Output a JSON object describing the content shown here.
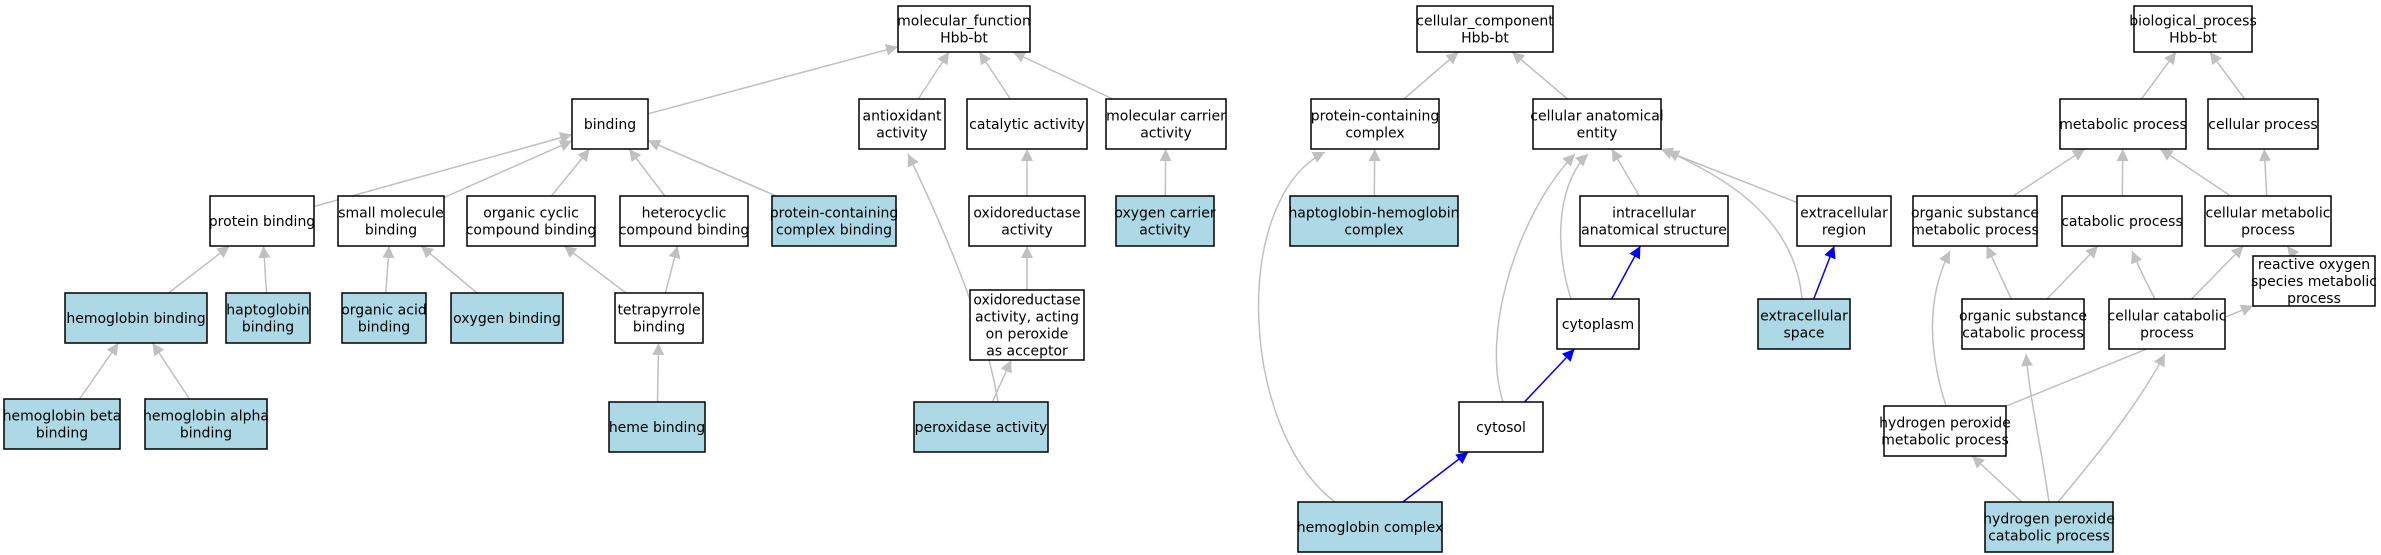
{
  "colors": {
    "highlight_fill": "#add8e6",
    "plain_fill": "#ffffff",
    "edge_gray": "#c0c0c0",
    "edge_blue": "#0000ff"
  },
  "nodes": [
    {
      "id": "mf",
      "lines": [
        "molecular_function",
        "Hbb-bt"
      ],
      "highlight": false
    },
    {
      "id": "binding",
      "lines": [
        "binding"
      ],
      "highlight": false
    },
    {
      "id": "antiox",
      "lines": [
        "antioxidant",
        "activity"
      ],
      "highlight": false
    },
    {
      "id": "catalytic",
      "lines": [
        "catalytic activity"
      ],
      "highlight": false
    },
    {
      "id": "molcarrier",
      "lines": [
        "molecular carrier",
        "activity"
      ],
      "highlight": false
    },
    {
      "id": "protbind",
      "lines": [
        "protein binding"
      ],
      "highlight": false
    },
    {
      "id": "smallmol",
      "lines": [
        "small molecule",
        "binding"
      ],
      "highlight": false
    },
    {
      "id": "orgcyclic",
      "lines": [
        "organic cyclic",
        "compound binding"
      ],
      "highlight": false
    },
    {
      "id": "heterocyclic",
      "lines": [
        "heterocyclic",
        "compound binding"
      ],
      "highlight": false
    },
    {
      "id": "pcbinding",
      "lines": [
        "protein-containing",
        "complex binding"
      ],
      "highlight": true
    },
    {
      "id": "oxred",
      "lines": [
        "oxidoreductase",
        "activity"
      ],
      "highlight": false
    },
    {
      "id": "o2carrier",
      "lines": [
        "oxygen carrier",
        "activity"
      ],
      "highlight": true
    },
    {
      "id": "hbbinding",
      "lines": [
        "hemoglobin binding"
      ],
      "highlight": true
    },
    {
      "id": "hapbinding",
      "lines": [
        "haptoglobin",
        "binding"
      ],
      "highlight": true
    },
    {
      "id": "orgacid",
      "lines": [
        "organic acid",
        "binding"
      ],
      "highlight": true
    },
    {
      "id": "o2binding",
      "lines": [
        "oxygen binding"
      ],
      "highlight": true
    },
    {
      "id": "tetrapyrrole",
      "lines": [
        "tetrapyrrole",
        "binding"
      ],
      "highlight": false
    },
    {
      "id": "oxredperox",
      "lines": [
        "oxidoreductase",
        "activity, acting",
        "on peroxide",
        "as acceptor"
      ],
      "highlight": false
    },
    {
      "id": "hbbeta",
      "lines": [
        "hemoglobin beta",
        "binding"
      ],
      "highlight": true
    },
    {
      "id": "hbalpha",
      "lines": [
        "hemoglobin alpha",
        "binding"
      ],
      "highlight": true
    },
    {
      "id": "heme",
      "lines": [
        "heme binding"
      ],
      "highlight": true
    },
    {
      "id": "peroxidase",
      "lines": [
        "peroxidase activity"
      ],
      "highlight": true
    },
    {
      "id": "cc",
      "lines": [
        "cellular_component",
        "Hbb-bt"
      ],
      "highlight": false
    },
    {
      "id": "pcc",
      "lines": [
        "protein-containing",
        "complex"
      ],
      "highlight": false
    },
    {
      "id": "cae",
      "lines": [
        "cellular anatomical",
        "entity"
      ],
      "highlight": false
    },
    {
      "id": "haphb",
      "lines": [
        "haptoglobin-hemoglobin",
        "complex"
      ],
      "highlight": true
    },
    {
      "id": "intracell",
      "lines": [
        "intracellular",
        "anatomical structure"
      ],
      "highlight": false
    },
    {
      "id": "extraregion",
      "lines": [
        "extracellular",
        "region"
      ],
      "highlight": false
    },
    {
      "id": "cytoplasm",
      "lines": [
        "cytoplasm"
      ],
      "highlight": false
    },
    {
      "id": "extraspace",
      "lines": [
        "extracellular",
        "space"
      ],
      "highlight": true
    },
    {
      "id": "cytosol",
      "lines": [
        "cytosol"
      ],
      "highlight": false
    },
    {
      "id": "hbcomplex",
      "lines": [
        "hemoglobin complex"
      ],
      "highlight": true
    },
    {
      "id": "bp",
      "lines": [
        "biological_process",
        "Hbb-bt"
      ],
      "highlight": false
    },
    {
      "id": "metabolic",
      "lines": [
        "metabolic process"
      ],
      "highlight": false
    },
    {
      "id": "cellular",
      "lines": [
        "cellular process"
      ],
      "highlight": false
    },
    {
      "id": "orgsubmet",
      "lines": [
        "organic substance",
        "metabolic process"
      ],
      "highlight": false
    },
    {
      "id": "catabolic",
      "lines": [
        "catabolic process"
      ],
      "highlight": false
    },
    {
      "id": "cellmet",
      "lines": [
        "cellular metabolic",
        "process"
      ],
      "highlight": false
    },
    {
      "id": "orgsubcat",
      "lines": [
        "organic substance",
        "catabolic process"
      ],
      "highlight": false
    },
    {
      "id": "cellcat",
      "lines": [
        "cellular catabolic",
        "process"
      ],
      "highlight": false
    },
    {
      "id": "ros",
      "lines": [
        "reactive oxygen",
        "species metabolic",
        "process"
      ],
      "highlight": false
    },
    {
      "id": "h2o2met",
      "lines": [
        "hydrogen peroxide",
        "metabolic process"
      ],
      "highlight": false
    },
    {
      "id": "h2o2cat",
      "lines": [
        "hydrogen peroxide",
        "catabolic process"
      ],
      "highlight": true
    }
  ],
  "edges": [
    {
      "from": "binding",
      "to": "mf",
      "color": "gray"
    },
    {
      "from": "antiox",
      "to": "mf",
      "color": "gray"
    },
    {
      "from": "catalytic",
      "to": "mf",
      "color": "gray"
    },
    {
      "from": "molcarrier",
      "to": "mf",
      "color": "gray"
    },
    {
      "from": "protbind",
      "to": "binding",
      "color": "gray"
    },
    {
      "from": "smallmol",
      "to": "binding",
      "color": "gray"
    },
    {
      "from": "orgcyclic",
      "to": "binding",
      "color": "gray"
    },
    {
      "from": "heterocyclic",
      "to": "binding",
      "color": "gray"
    },
    {
      "from": "pcbinding",
      "to": "binding",
      "color": "gray"
    },
    {
      "from": "oxred",
      "to": "catalytic",
      "color": "gray"
    },
    {
      "from": "o2carrier",
      "to": "molcarrier",
      "color": "gray"
    },
    {
      "from": "hbbinding",
      "to": "protbind",
      "color": "gray"
    },
    {
      "from": "hapbinding",
      "to": "protbind",
      "color": "gray"
    },
    {
      "from": "orgacid",
      "to": "smallmol",
      "color": "gray"
    },
    {
      "from": "o2binding",
      "to": "smallmol",
      "color": "gray"
    },
    {
      "from": "tetrapyrrole",
      "to": "orgcyclic",
      "color": "gray"
    },
    {
      "from": "tetrapyrrole",
      "to": "heterocyclic",
      "color": "gray"
    },
    {
      "from": "oxredperox",
      "to": "oxred",
      "color": "gray"
    },
    {
      "from": "hbbeta",
      "to": "hbbinding",
      "color": "gray"
    },
    {
      "from": "hbalpha",
      "to": "hbbinding",
      "color": "gray"
    },
    {
      "from": "heme",
      "to": "tetrapyrrole",
      "color": "gray"
    },
    {
      "from": "peroxidase",
      "to": "oxredperox",
      "color": "gray"
    },
    {
      "from": "peroxidase",
      "to": "antiox",
      "color": "gray"
    },
    {
      "from": "pcc",
      "to": "cc",
      "color": "gray"
    },
    {
      "from": "cae",
      "to": "cc",
      "color": "gray"
    },
    {
      "from": "haphb",
      "to": "pcc",
      "color": "gray"
    },
    {
      "from": "intracell",
      "to": "cae",
      "color": "gray"
    },
    {
      "from": "extraregion",
      "to": "cae",
      "color": "gray"
    },
    {
      "from": "cytoplasm",
      "to": "cae",
      "color": "gray"
    },
    {
      "from": "extraspace",
      "to": "cae",
      "color": "gray"
    },
    {
      "from": "cytosol",
      "to": "cae",
      "color": "gray"
    },
    {
      "from": "hbcomplex",
      "to": "pcc",
      "color": "gray"
    },
    {
      "from": "cytoplasm",
      "to": "intracell",
      "color": "blue"
    },
    {
      "from": "extraspace",
      "to": "extraregion",
      "color": "blue"
    },
    {
      "from": "cytosol",
      "to": "cytoplasm",
      "color": "blue"
    },
    {
      "from": "hbcomplex",
      "to": "cytosol",
      "color": "blue"
    },
    {
      "from": "metabolic",
      "to": "bp",
      "color": "gray"
    },
    {
      "from": "cellular",
      "to": "bp",
      "color": "gray"
    },
    {
      "from": "orgsubmet",
      "to": "metabolic",
      "color": "gray"
    },
    {
      "from": "catabolic",
      "to": "metabolic",
      "color": "gray"
    },
    {
      "from": "cellmet",
      "to": "metabolic",
      "color": "gray"
    },
    {
      "from": "cellmet",
      "to": "cellular",
      "color": "gray"
    },
    {
      "from": "orgsubcat",
      "to": "orgsubmet",
      "color": "gray"
    },
    {
      "from": "orgsubcat",
      "to": "catabolic",
      "color": "gray"
    },
    {
      "from": "cellcat",
      "to": "catabolic",
      "color": "gray"
    },
    {
      "from": "cellcat",
      "to": "cellmet",
      "color": "gray"
    },
    {
      "from": "ros",
      "to": "cellmet",
      "color": "gray"
    },
    {
      "from": "h2o2met",
      "to": "orgsubmet",
      "color": "gray"
    },
    {
      "from": "h2o2met",
      "to": "ros",
      "color": "gray"
    },
    {
      "from": "h2o2cat",
      "to": "h2o2met",
      "color": "gray"
    },
    {
      "from": "h2o2cat",
      "to": "orgsubcat",
      "color": "gray"
    },
    {
      "from": "h2o2cat",
      "to": "cellcat",
      "color": "gray"
    }
  ]
}
